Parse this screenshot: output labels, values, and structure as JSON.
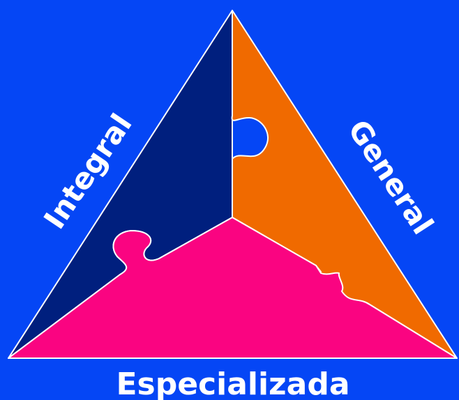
{
  "diagram": {
    "labels": {
      "left": "Integral",
      "right": "General",
      "bottom": "Especializada"
    }
  },
  "colors": {
    "background": "#0546f5",
    "left_piece": "#001f7e",
    "right_piece": "#f06a00",
    "bottom_piece": "#fa0481",
    "outline": "#ffffff"
  }
}
